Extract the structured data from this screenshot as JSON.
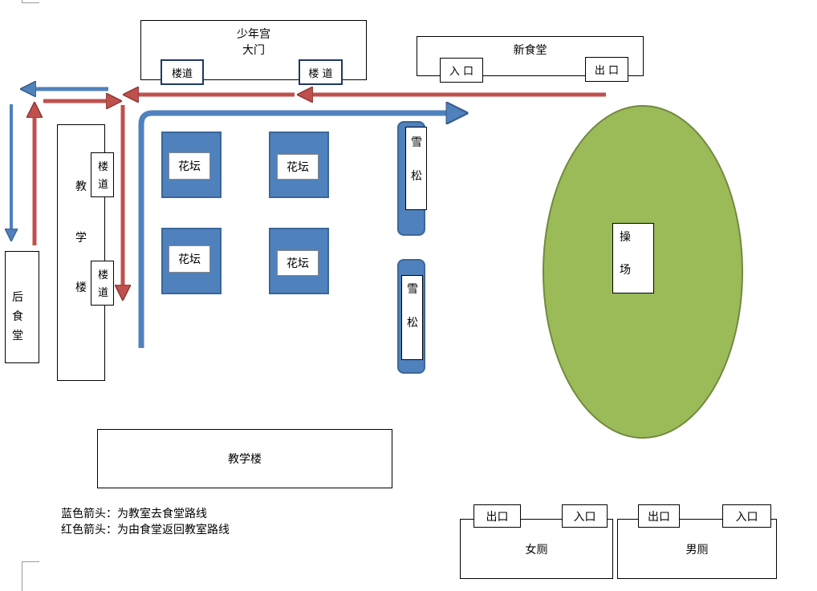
{
  "palace": {
    "title": "少年宫",
    "gate": "大门",
    "stair_left": "楼道",
    "stair_right": "楼 道"
  },
  "new_canteen": {
    "title": "新食堂",
    "entrance": "入 口",
    "exit": "出 口"
  },
  "teaching_building_left": {
    "chars": [
      "教",
      "学",
      "楼"
    ],
    "stair_top": [
      "楼",
      "道"
    ],
    "stair_bottom": [
      "楼",
      "道"
    ]
  },
  "back_canteen": {
    "chars": [
      "后",
      "食",
      "堂"
    ]
  },
  "flower_beds": [
    "花坛",
    "花坛",
    "花坛",
    "花坛"
  ],
  "pines": [
    {
      "chars": [
        "雪",
        "松"
      ]
    },
    {
      "chars": [
        "雪",
        "松"
      ]
    }
  ],
  "playground": {
    "chars": [
      "操",
      "场"
    ],
    "color": "#9bbb59"
  },
  "teaching_building_bottom": {
    "label": "教学楼"
  },
  "legend": {
    "blue": "蓝色箭头：为教室去食堂路线",
    "red": "红色箭头：为由食堂返回教室路线"
  },
  "toilets": {
    "female": {
      "label": "女厕",
      "exit": "出口",
      "entrance": "入口"
    },
    "male": {
      "label": "男厕",
      "exit": "出口",
      "entrance": "入口"
    }
  },
  "colors": {
    "blue_arrow": "#4f81bd",
    "red_arrow": "#c0504d",
    "bed_fill": "#4f81bd",
    "playground_fill": "#9bbb59"
  }
}
